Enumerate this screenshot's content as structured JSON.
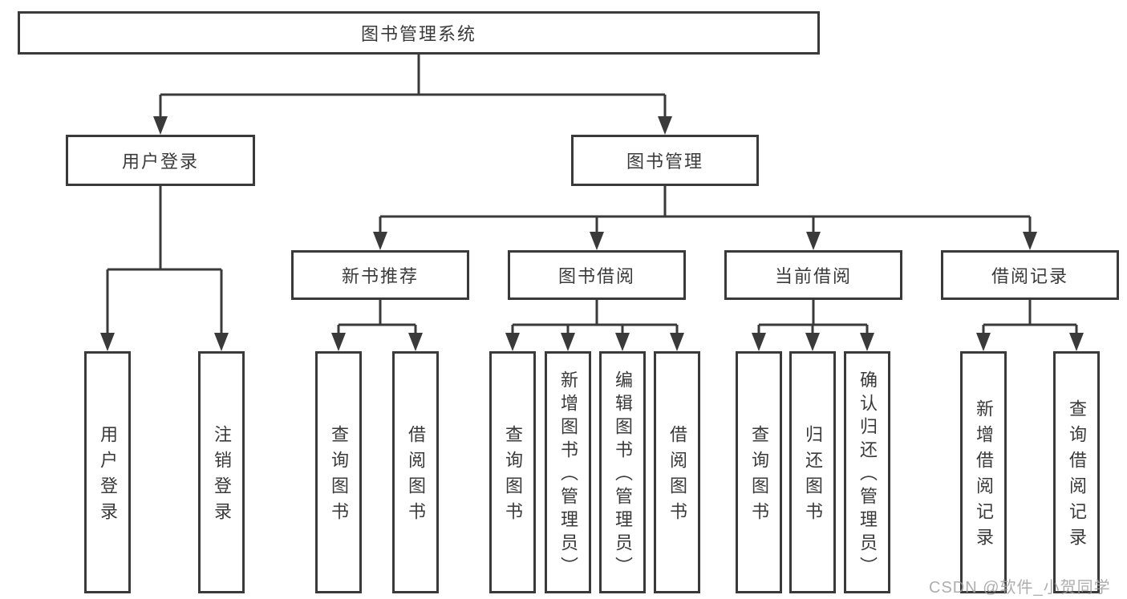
{
  "tree": {
    "root": "图书管理系统",
    "children": [
      {
        "label": "用户登录",
        "children": [
          "用户登录",
          "注销登录"
        ]
      },
      {
        "label": "图书管理",
        "children": [
          {
            "label": "新书推荐",
            "children": [
              "查询图书",
              "借阅图书"
            ]
          },
          {
            "label": "图书借阅",
            "children": [
              "查询图书",
              "新增图书（管理员）",
              "编辑图书（管理员）",
              "借阅图书"
            ]
          },
          {
            "label": "当前借阅",
            "children": [
              "查询图书",
              "归还图书",
              "确认归还（管理员）"
            ]
          },
          {
            "label": "借阅记录",
            "children": [
              "新增借阅记录",
              "查询借阅记录"
            ]
          }
        ]
      }
    ]
  },
  "watermark": "CSDN @软件_小贺同学",
  "colors": {
    "line": "#3a3a3a",
    "text": "#3a3a3a",
    "watermark": "#a0a0a0",
    "background": "#ffffff"
  }
}
